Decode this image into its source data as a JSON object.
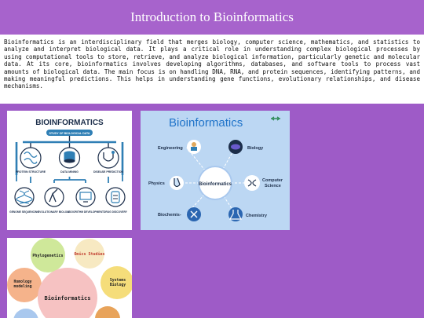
{
  "header": {
    "title": "Introduction to Bioinformatics"
  },
  "intro": {
    "text": "Bioinformatics is an interdisciplinary field that merges biology, computer science, mathematics, and statistics to analyze and interpret biological data. It plays a critical role in understanding complex biological processes by using computational tools to store, retrieve, and analyze biological information, particularly genetic and molecular data. At its core, bioinformatics involves developing algorithms, databases, and software tools to process vast amounts of biological data. The main focus is on handling DNA, RNA, and protein sequences, identifying patterns, and making meaningful predictions. This helps in understanding gene functions, evolutionary relationships, and disease mechanisms."
  },
  "image1": {
    "title": "BIOINFORMATICS",
    "subtitle": "STUDY OF BIOLOGICAL DATA",
    "mid_labels": [
      "PROTEIN STRUCTURE",
      "DATA MINING",
      "DISEASE PREDICTION"
    ],
    "bottom_labels": [
      "GENOME SEQUENCING",
      "EVOLUTIONARY BIOLOGY",
      "ALGORITHM DEVELOPMENT",
      "DRUG DISCOVERY"
    ]
  },
  "image2": {
    "title": "Bioinformatics",
    "center": "Bioinformatics",
    "labels": {
      "engineering": "Engineering",
      "biology": "Biology",
      "physics": "Physics",
      "computer_science_1": "Computer",
      "computer_science_2": "Science",
      "biochemistry": "Biochemis-",
      "chemistry": "Chemistry"
    }
  },
  "image3": {
    "center": "Bioinformatics",
    "labels": {
      "phylogenetics": "Phylogenetics",
      "omics": "Omics Studies",
      "homology_1": "Homology",
      "homology_2": "modeling",
      "systems_1": "Systems",
      "systems_2": "Biology"
    }
  },
  "colors": {
    "page_background": "#9e5bc7",
    "header_background": "#a763cc",
    "diagram_dark_blue": "#1c2e4a",
    "diagram_teal": "#2f7fb5",
    "bioinformatics_title_blue": "#1f73c9"
  }
}
